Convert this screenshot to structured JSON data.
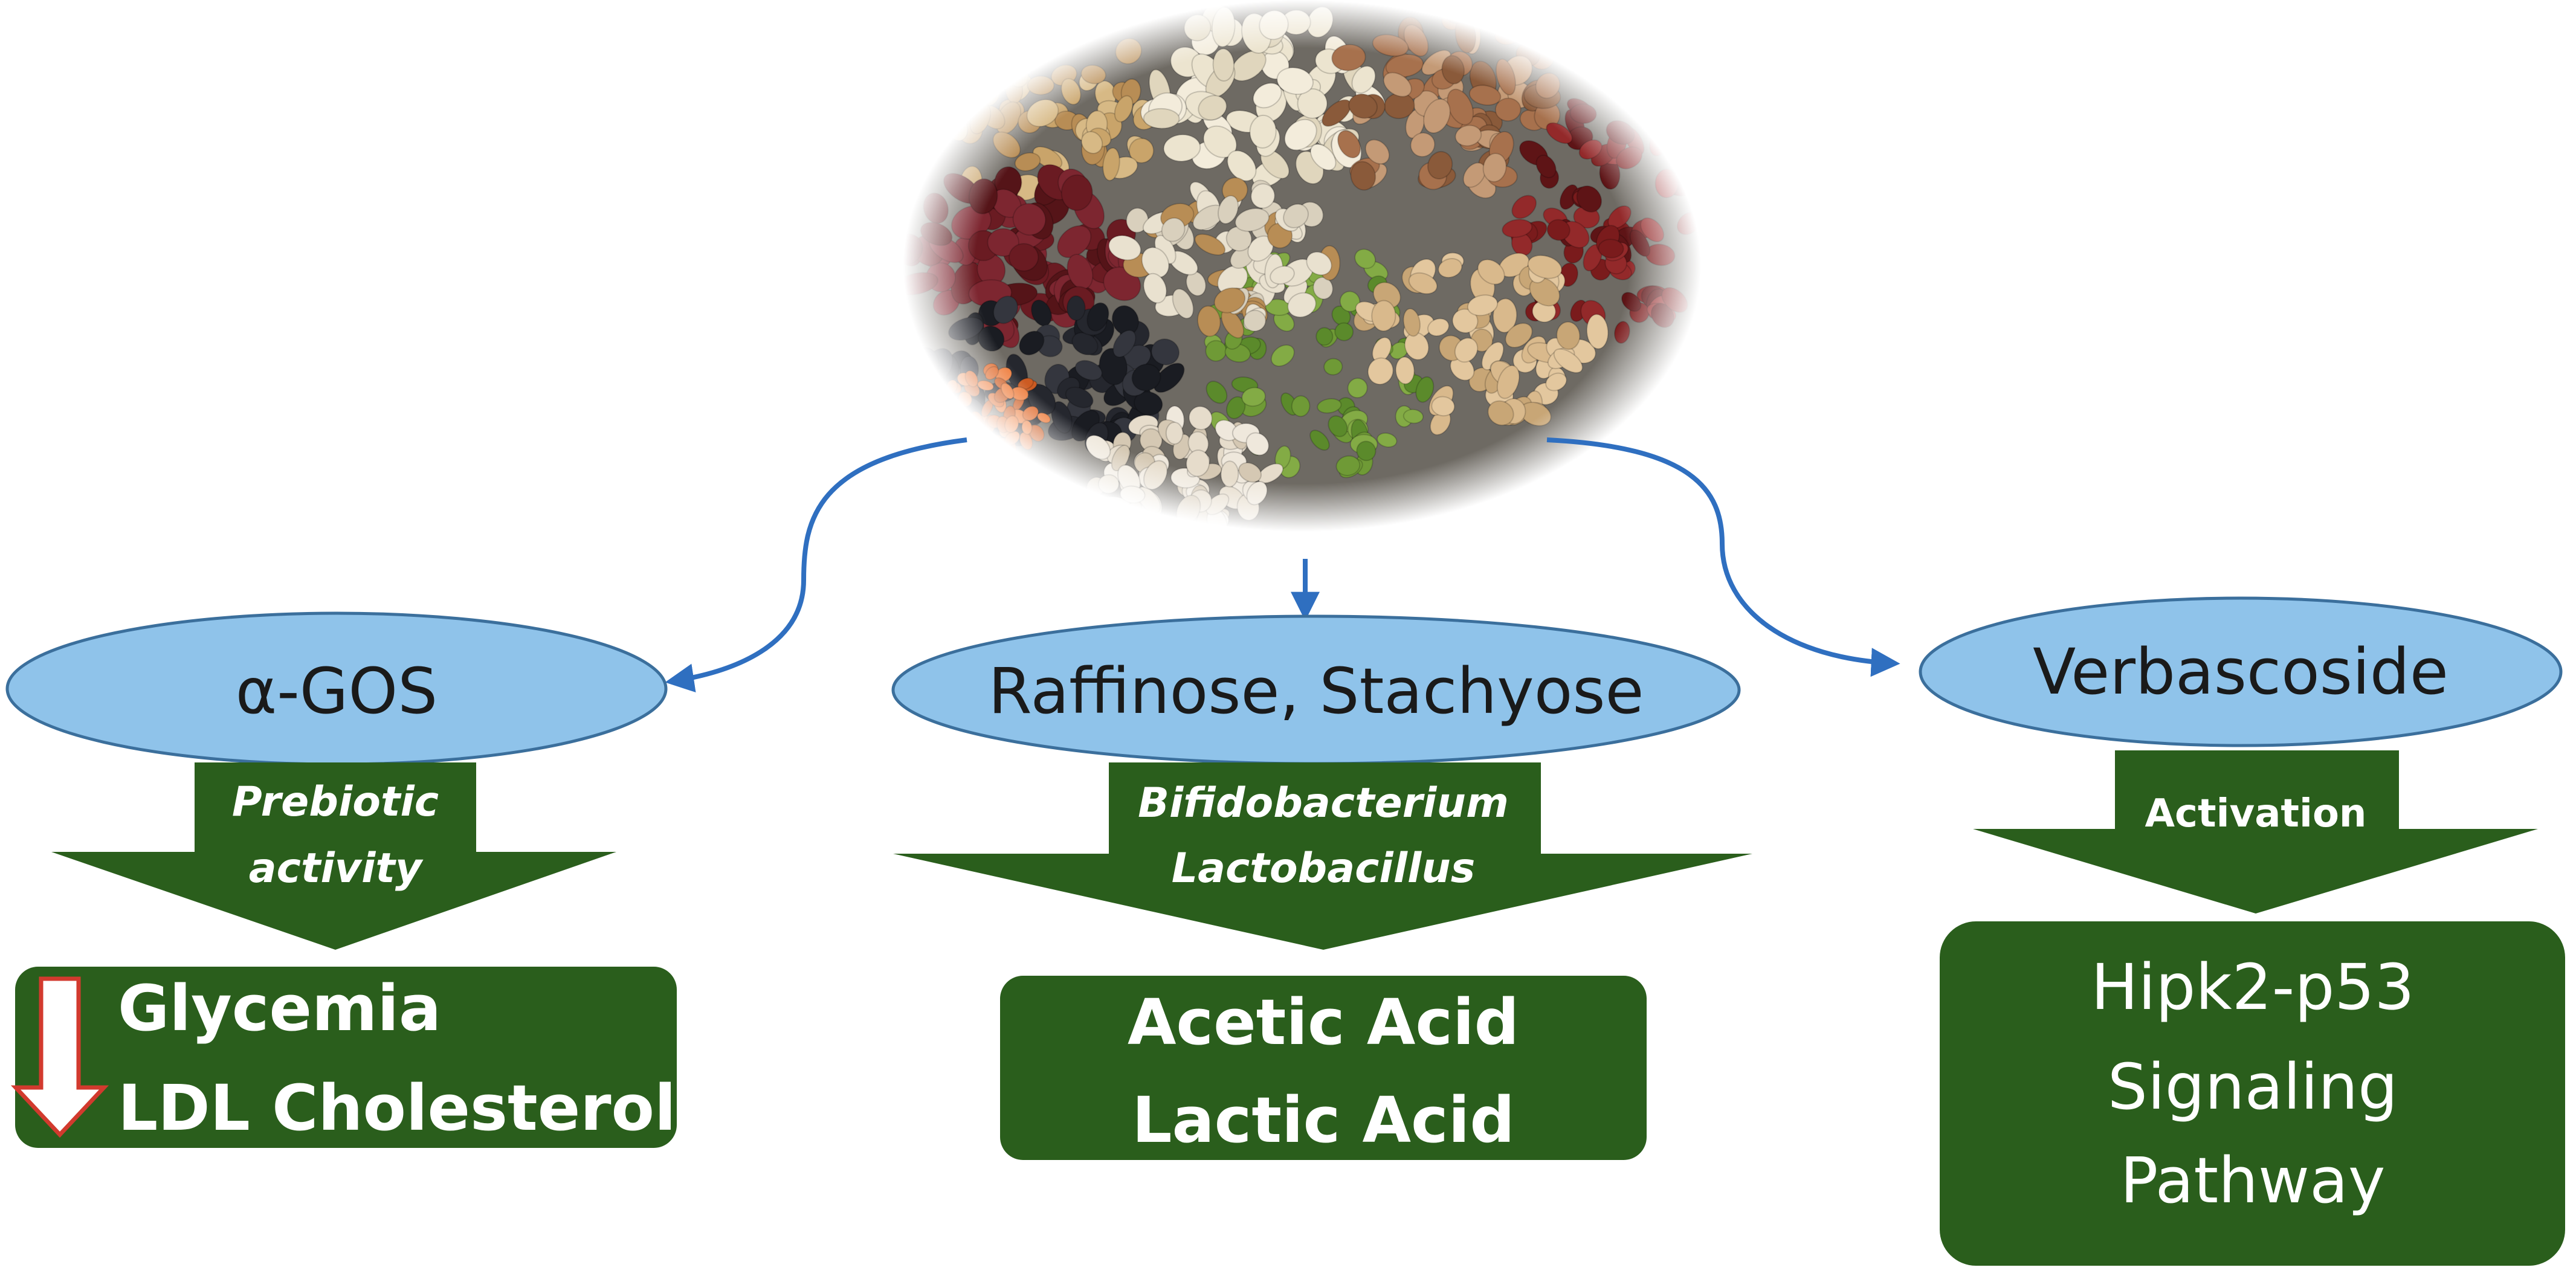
{
  "colors": {
    "ellipse_fill": "#8fc3ea",
    "ellipse_stroke": "#3b6f9c",
    "green": "#2a5e1c",
    "connector": "#2f6fc0",
    "down_arrow": "#d23a2e"
  },
  "image": {
    "icon": "legume-seeds-photo"
  },
  "nodes": [
    {
      "ellipse_label": "α-GOS",
      "arrow_lines": [
        "Prebiotic",
        "activity"
      ],
      "box_lines": [
        "Glycemia",
        "LDL Cholesterol"
      ],
      "decrease_icon": "down-arrow-icon"
    },
    {
      "ellipse_label": "Raffinose, Stachyose",
      "arrow_lines": [
        "Bifidobacterium",
        "Lactobacillus"
      ],
      "box_lines": [
        "Acetic Acid",
        "Lactic Acid"
      ]
    },
    {
      "ellipse_label": "Verbascoside",
      "arrow_lines": [
        "Activation"
      ],
      "box_lines": [
        "Hipk2-p53",
        "Signaling",
        "Pathway"
      ]
    }
  ]
}
